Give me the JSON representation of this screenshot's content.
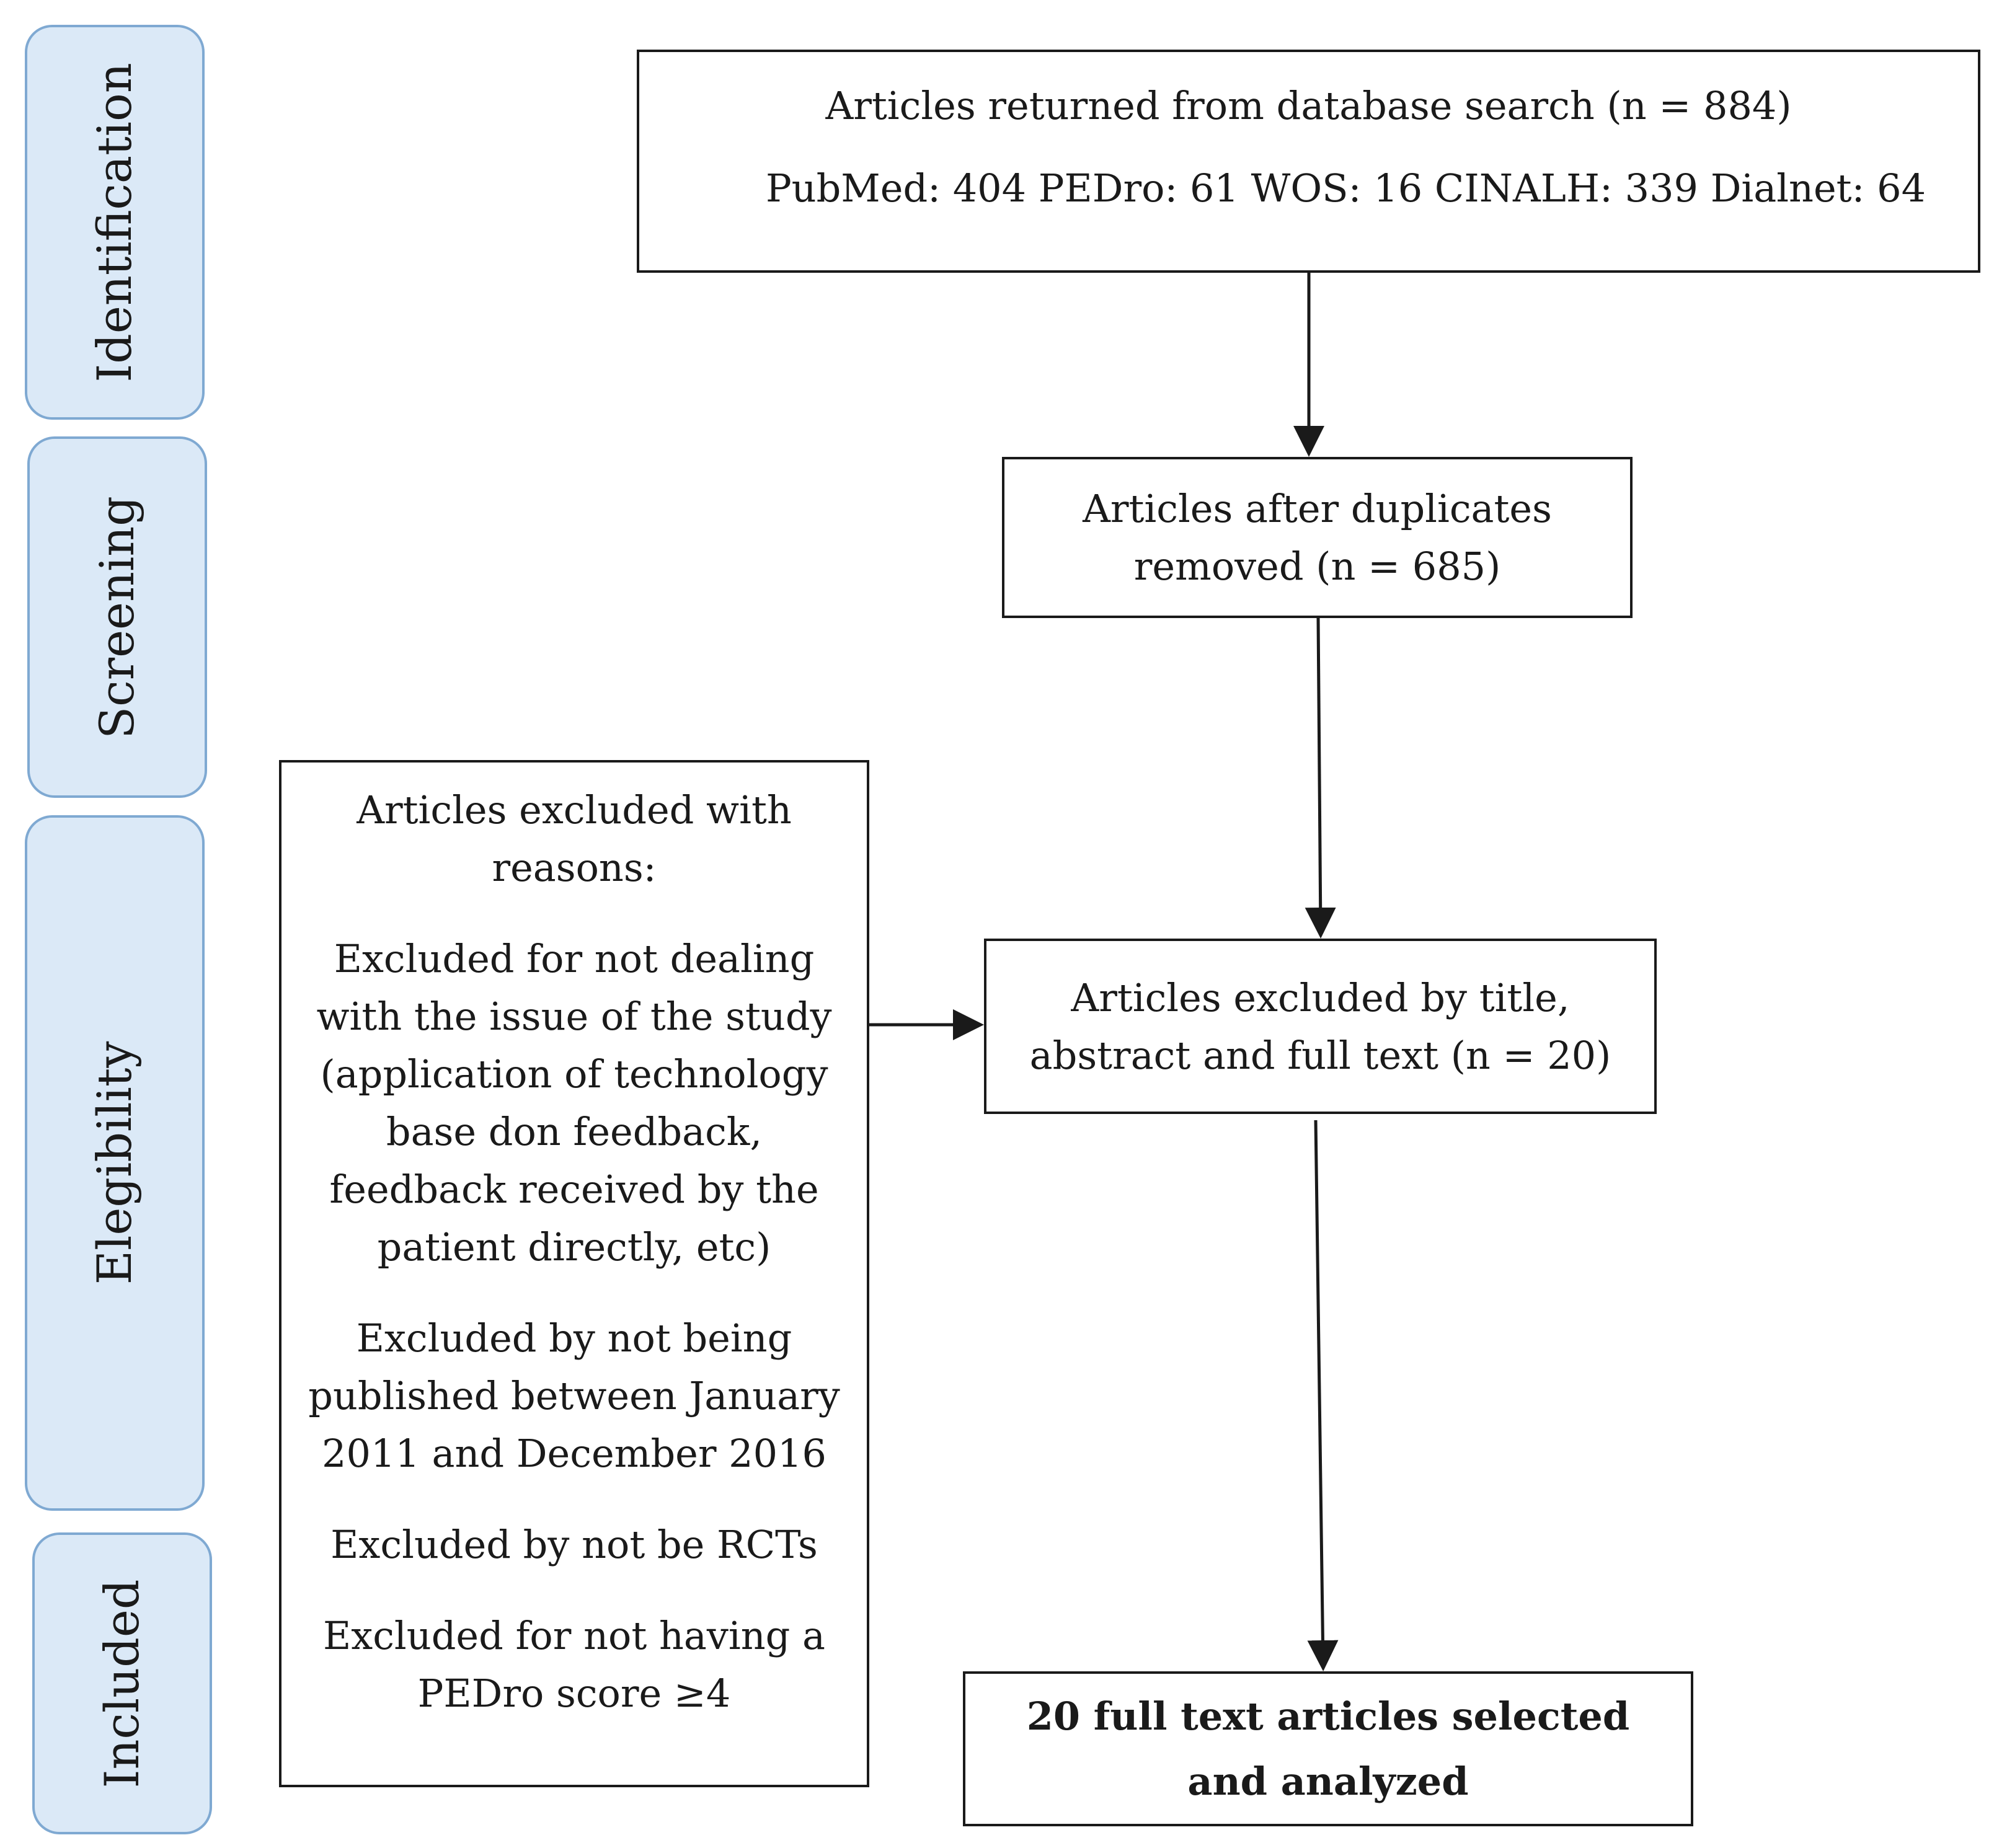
{
  "stages": {
    "identification": "Identification",
    "screening": "Screening",
    "elegibility": "Elegibility",
    "included": "Included"
  },
  "boxes": {
    "identification": {
      "line1": "Articles returned from database search (n = 884)",
      "line2": "PubMed: 404  PEDro: 61 WOS: 16 CINALH: 339 Dialnet: 64"
    },
    "duplicates": "Articles after duplicates removed (n = 685)",
    "excluded_by_title": "Articles excluded by title, abstract and full text (n = 20)",
    "included": "20 full text articles selected and analyzed",
    "exclusions": {
      "heading": "Articles excluded with reasons:",
      "reasons": [
        "Excluded for not dealing with the issue of the study (application of technology base don feedback, feedback received by the patient directly, etc)",
        "Excluded by not being published between January 2011 and December 2016",
        "Excluded by not be RCTs",
        "Excluded for not having a PEDro score ≥4"
      ]
    }
  }
}
